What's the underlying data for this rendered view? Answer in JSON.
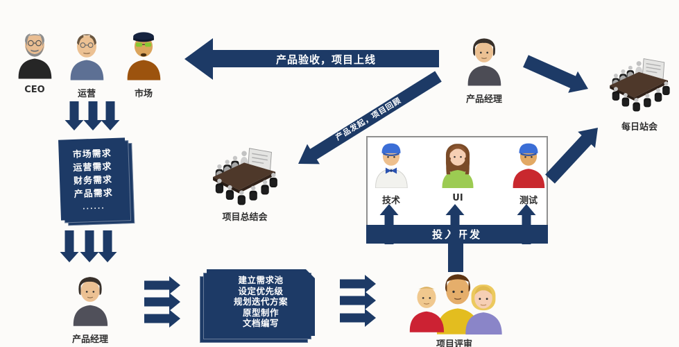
{
  "colors": {
    "navy": "#1d3a66"
  },
  "stakeholders": [
    {
      "label": "CEO"
    },
    {
      "label": "运营"
    },
    {
      "label": "市场"
    }
  ],
  "requirements_doc": {
    "lines": [
      "市场需求",
      "运营需求",
      "财务需求",
      "产品需求",
      "......"
    ]
  },
  "product_manager_bottom": {
    "label": "产品经理"
  },
  "product_manager_top": {
    "label": "产品经理"
  },
  "task_box": {
    "lines": [
      "建立需求池",
      "设定优先级",
      "规划迭代方案",
      "原型制作",
      "文档编写",
      "......"
    ]
  },
  "review_group": {
    "label": "项目评审"
  },
  "dev_team": {
    "members": [
      {
        "label": "技术"
      },
      {
        "label": "UI"
      },
      {
        "label": "测试"
      }
    ],
    "bar_label": "投入开发"
  },
  "summary_meeting": {
    "label": "项目总结会"
  },
  "daily_meeting": {
    "label": "每日站会"
  },
  "arrows": {
    "acceptance_label": "产品验收，项目上线",
    "retrospective_label": "产品发起，项目回顾"
  }
}
